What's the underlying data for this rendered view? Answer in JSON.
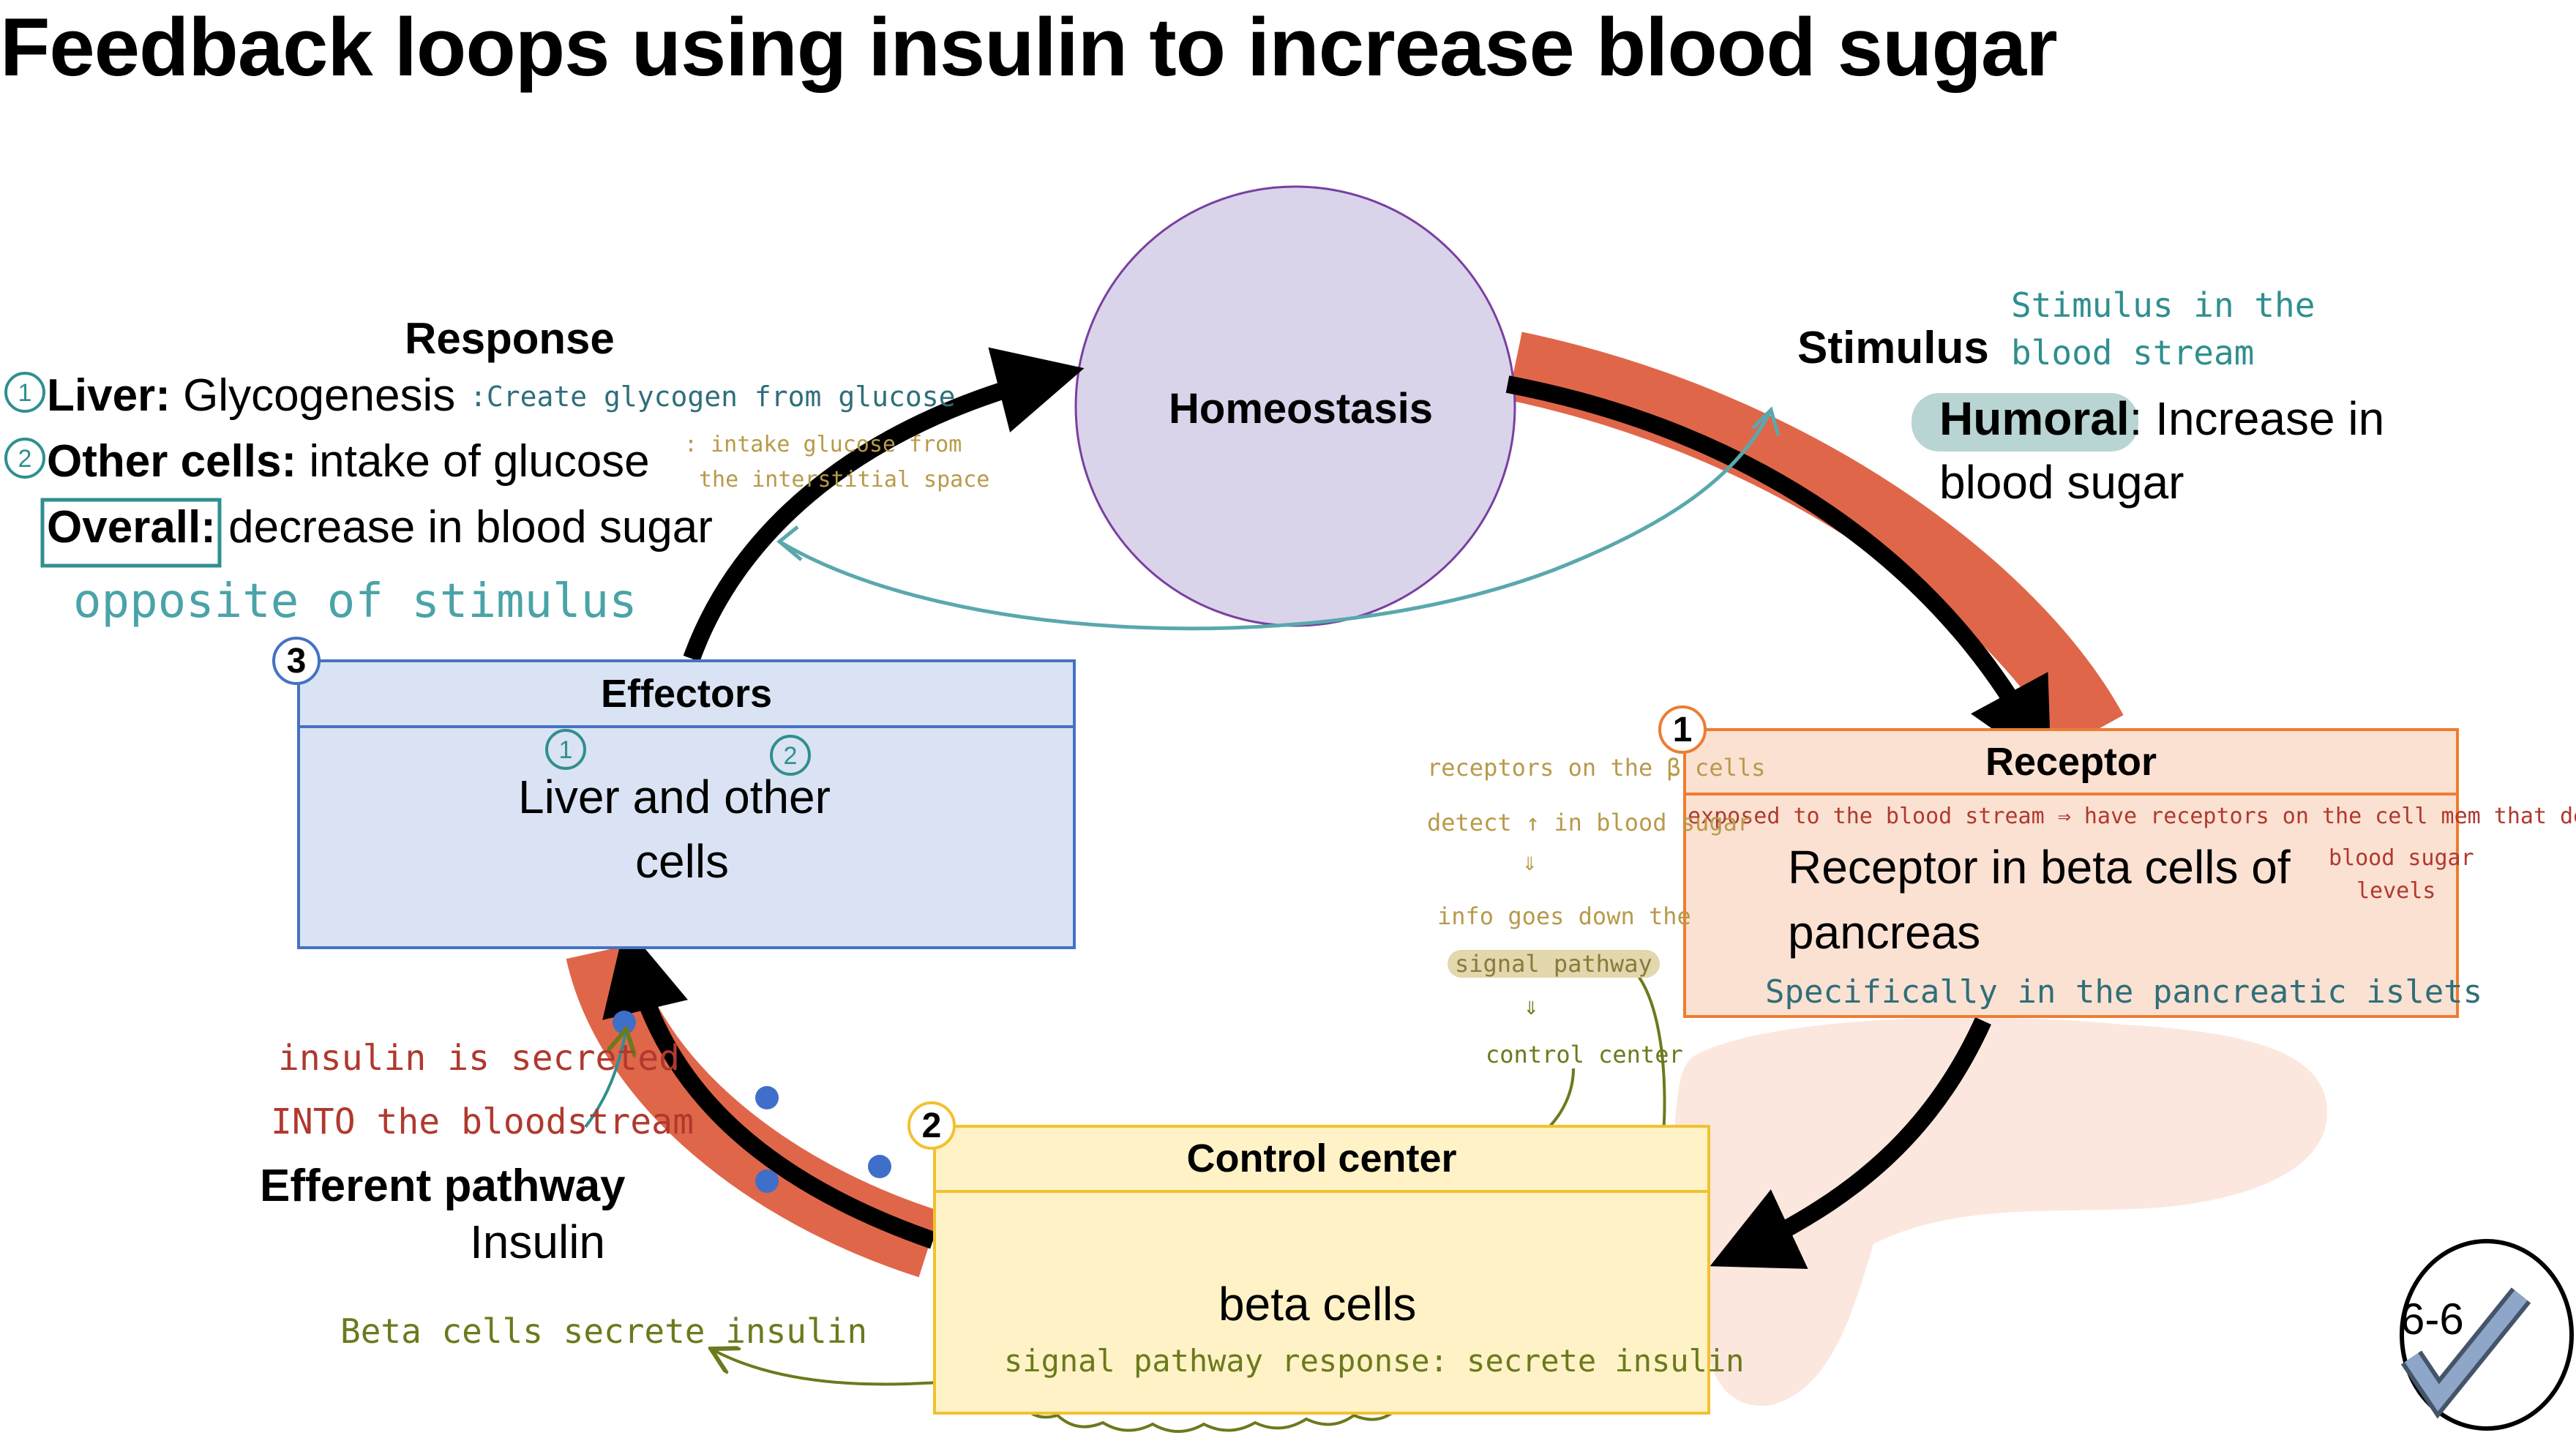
{
  "title": "Feedback loops using insulin to increase blood sugar",
  "homeostasis": {
    "label": "Homeostasis"
  },
  "stimulus": {
    "heading": "Stimulus",
    "type_label": "Humoral",
    "text_line1": ": Increase in",
    "text_line2": "blood sugar",
    "note_line1": "Stimulus in the",
    "note_line2": "blood stream"
  },
  "receptor": {
    "number": "1",
    "heading": "Receptor",
    "body_line1": "Receptor in beta cells of",
    "body_line2": "pancreas",
    "note_exposed": "exposed to the blood stream ⇒ have receptors on the cell mem that detect",
    "note_levels_line1": "blood sugar",
    "note_levels_line2": "levels",
    "note_islets_prefix": "Specifically in the pancreatic",
    "note_islets": "islets"
  },
  "receptor_side_notes": {
    "line1": "receptors on the β cells",
    "line2": "detect ↑ in blood sugar",
    "arrow1": "⇓",
    "line3": "info goes down the",
    "line4": "signal pathway",
    "arrow2": "⇓",
    "line5": "control center"
  },
  "control_center": {
    "number": "2",
    "heading": "Control center",
    "body": "beta cells",
    "note": "signal pathway response: secrete insulin",
    "side_note": "Beta cells secrete insulin"
  },
  "efferent": {
    "heading": "Efferent pathway",
    "text": "Insulin",
    "note_line1": "insulin is secreted",
    "note_line2": "INTO the bloodstream"
  },
  "effectors": {
    "number": "3",
    "heading": "Effectors",
    "body_line1": "Liver and other",
    "body_line2": "cells",
    "marker1": "1",
    "marker2": "2"
  },
  "response": {
    "heading": "Response",
    "item1_marker": "1",
    "item1_label": "Liver:",
    "item1_text": " Glycogenesis",
    "item1_note": ":Create glycogen from glucose",
    "item2_marker": "2",
    "item2_label": "Other cells:",
    "item2_text": " intake of glucose",
    "item2_note_line1": ": intake glucose from",
    "item2_note_line2": "the interstitial space",
    "overall_label": "Overall:",
    "overall_text": " decrease in blood sugar",
    "opposite_note": "opposite of stimulus"
  },
  "slide_badge": {
    "label": "6-6"
  },
  "colors": {
    "loop_band": "#e0664a",
    "homeostasis_fill": "#d9d4ea",
    "homeostasis_stroke": "#7a3fa0",
    "receptor_fill": "#fbe1d2",
    "receptor_stroke": "#ed7d31",
    "control_fill": "#fff2c6",
    "control_stroke": "#f2c12e",
    "effector_fill": "#dae3f3",
    "effector_stroke": "#4472c4",
    "teal_note": "#2f8f8f",
    "olive_note": "#6b7a1c",
    "red_note": "#b0392e",
    "tan_note": "#b89a4a",
    "insulin_dot": "#3f6fc9"
  }
}
